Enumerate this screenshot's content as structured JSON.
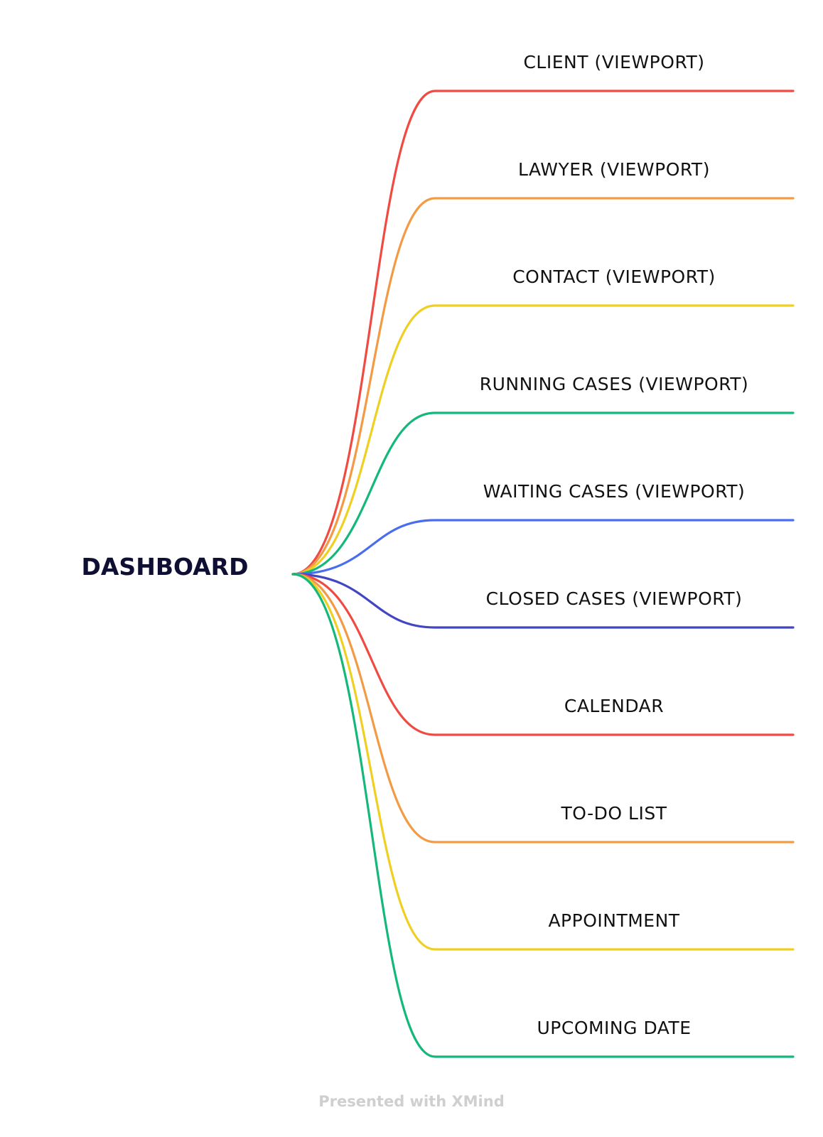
{
  "root": {
    "label": "DASHBOARD"
  },
  "branches": [
    {
      "label": "CLIENT (VIEWPORT)",
      "color": "#ef4b43"
    },
    {
      "label": "LAWYER (VIEWPORT)",
      "color": "#f39a44"
    },
    {
      "label": "CONTACT (VIEWPORT)",
      "color": "#efcf22"
    },
    {
      "label": "RUNNING CASES (VIEWPORT)",
      "color": "#14b87a"
    },
    {
      "label": "WAITING CASES (VIEWPORT)",
      "color": "#4a6df0"
    },
    {
      "label": "CLOSED CASES (VIEWPORT)",
      "color": "#4346c2"
    },
    {
      "label": "CALENDAR",
      "color": "#ef4b43"
    },
    {
      "label": "TO-DO LIST",
      "color": "#f39a44"
    },
    {
      "label": "APPOINTMENT",
      "color": "#efcf22"
    },
    {
      "label": "UPCOMING DATE",
      "color": "#14b87a"
    }
  ],
  "footer": {
    "text": "Presented with XMind"
  }
}
